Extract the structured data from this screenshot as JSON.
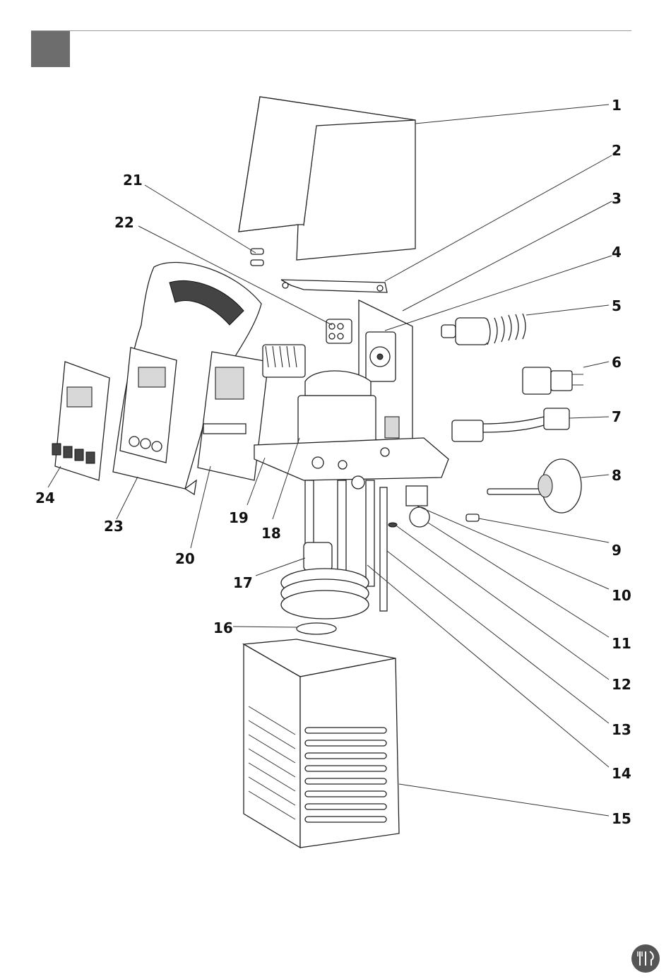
{
  "header": {
    "accent_color": "#6d6d6d"
  },
  "callouts": [
    "1",
    "2",
    "3",
    "4",
    "5",
    "6",
    "7",
    "8",
    "9",
    "10",
    "11",
    "12",
    "13",
    "14",
    "15",
    "16",
    "17",
    "18",
    "19",
    "20",
    "21",
    "22",
    "23",
    "24"
  ],
  "logo": {
    "icon": "fork-knife-logo-icon",
    "color": "#555555"
  }
}
